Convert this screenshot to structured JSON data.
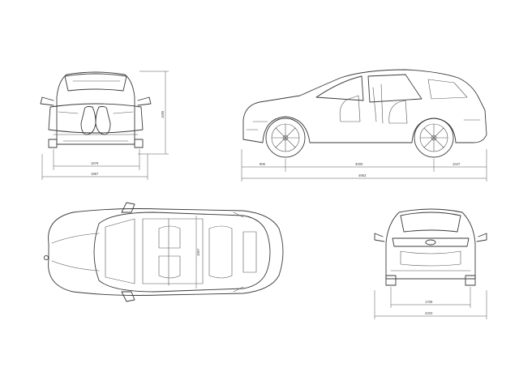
{
  "dimensions": {
    "front_height": "1695",
    "front_track": "1679",
    "front_width": "1967",
    "side_front_overhang": "906",
    "side_wheelbase": "3000",
    "side_rear_overhang": "1047",
    "side_length": "4953",
    "top_interior": "1967",
    "rear_track": "1709",
    "rear_width": "2203"
  }
}
